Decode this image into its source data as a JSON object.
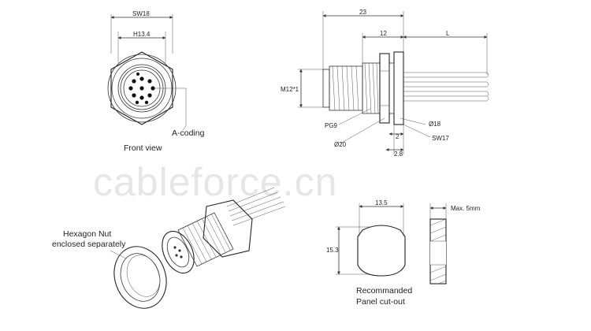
{
  "watermark": "cableforce.cn",
  "front_view": {
    "caption": "Front view",
    "sw_label": "SW18",
    "h_label": "H13.4",
    "coding_label": "A-coding"
  },
  "side_view": {
    "dim_total": "23",
    "dim_body": "12",
    "dim_cable": "L",
    "thread": "M12*1",
    "pg": "PG9",
    "dia20": "Ø20",
    "dia18": "Ø18",
    "dim_2": "2",
    "sw17": "SW17",
    "dim_2_8": "2.8"
  },
  "iso_view": {
    "nut_label_line1": "Hexagon Nut",
    "nut_label_line2": "enclosed separately"
  },
  "panel_cutout": {
    "width": "13.5",
    "height": "15.3",
    "caption_line1": "Recommanded",
    "caption_line2": "Panel cut-out",
    "max_label": "Max. 5mm"
  }
}
